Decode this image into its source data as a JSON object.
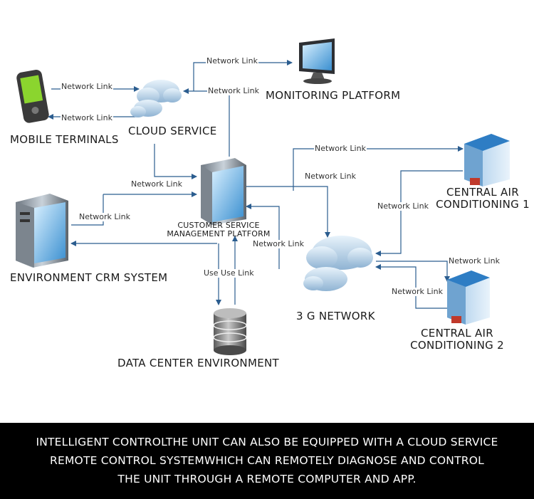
{
  "nodes": {
    "mobile_terminals": "MOBILE TERMINALS",
    "cloud_service": "CLOUD SERVICE",
    "monitoring_platform": "MONITORING PLATFORM",
    "customer_service_line1": "CUSTOMER SERVICE",
    "customer_service_line2": "MANAGEMENT PLATFORM",
    "environment_crm": "ENVIRONMENT CRM SYSTEM",
    "data_center": "DATA CENTER ENVIRONMENT",
    "network_3g": "3 G NETWORK",
    "central_air_1_line1": "CENTRAL AIR",
    "central_air_1_line2": "CONDITIONING 1",
    "central_air_2_line1": "CENTRAL AIR",
    "central_air_2_line2": "CONDITIONING 2"
  },
  "links": {
    "mobile_to_cloud_top": "Network Link",
    "mobile_to_cloud_bottom": "Network Link",
    "server_to_monitor": "Network Link",
    "server_to_cloud": "Network Link",
    "cloud_to_server": "Network Link",
    "server_to_crm": "Network Link",
    "server_to_ac1": "Network Link",
    "server_to_3g": "Network Link",
    "ac1_to_3g": "Network Link",
    "three_g_to_server": "Network Link",
    "ac2_top": "Network Link",
    "ac2_bottom": "Network Link",
    "use_link": "Use Use Link"
  },
  "footer": {
    "line1": "INTELLIGENT CONTROLTHE UNIT CAN ALSO BE EQUIPPED WITH A CLOUD SERVICE",
    "line2": "REMOTE CONTROL SYSTEMWHICH CAN REMOTELY DIAGNOSE AND CONTROL",
    "line3": "THE UNIT THROUGH A REMOTE COMPUTER AND APP."
  },
  "colors": {
    "line": "#2b5d8f",
    "footer_bg": "#000000",
    "footer_text": "#ffffff"
  },
  "icons": [
    "mobile-phone-icon",
    "cloud-icon",
    "monitor-icon",
    "server-icon",
    "tower-pc-icon",
    "database-icon",
    "building-icon"
  ]
}
